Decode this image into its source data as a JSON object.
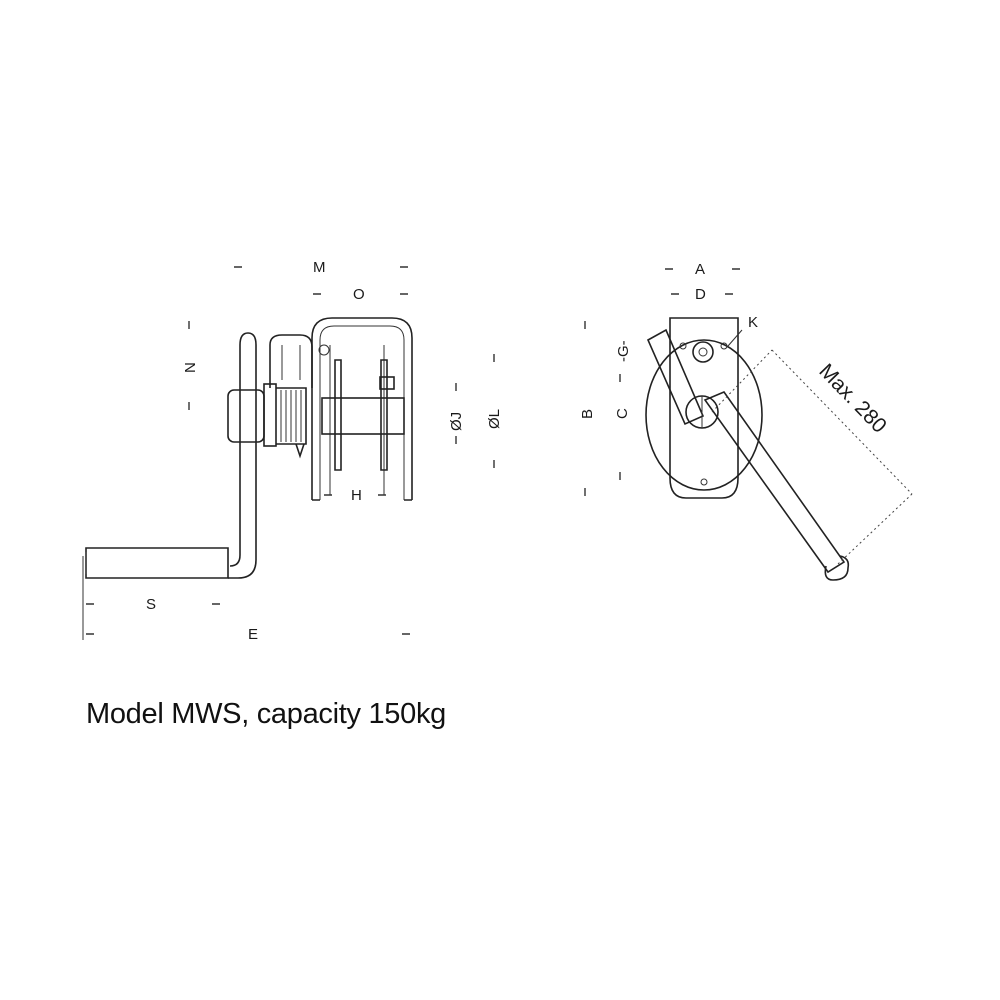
{
  "labels": {
    "M": "M",
    "O": "O",
    "N": "N",
    "J": "ØJ",
    "L": "ØL",
    "H": "H",
    "S": "S",
    "E": "E",
    "A": "A",
    "D": "D",
    "K": "K",
    "G": "-G-",
    "B": "B",
    "C": "C",
    "max": "Max. 280"
  },
  "caption": "Model MWS, capacity 150kg"
}
